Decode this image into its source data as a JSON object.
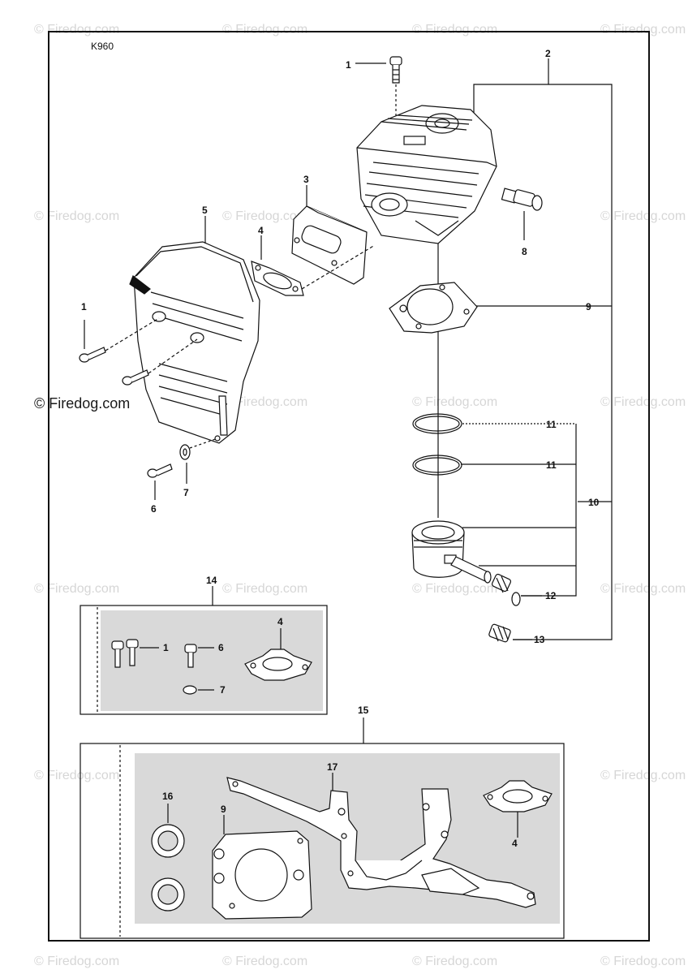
{
  "model": "K960",
  "watermark_text": "© Firedog.com",
  "callouts": [
    {
      "id": "c1a",
      "label": "1"
    },
    {
      "id": "c2",
      "label": "2"
    },
    {
      "id": "c3",
      "label": "3"
    },
    {
      "id": "c4a",
      "label": "4"
    },
    {
      "id": "c5",
      "label": "5"
    },
    {
      "id": "c1b",
      "label": "1"
    },
    {
      "id": "c8",
      "label": "8"
    },
    {
      "id": "c9a",
      "label": "9"
    },
    {
      "id": "c11a",
      "label": "11"
    },
    {
      "id": "c11b",
      "label": "11"
    },
    {
      "id": "c10",
      "label": "10"
    },
    {
      "id": "c6a",
      "label": "6"
    },
    {
      "id": "c7a",
      "label": "7"
    },
    {
      "id": "c12",
      "label": "12"
    },
    {
      "id": "c13",
      "label": "13"
    },
    {
      "id": "c14",
      "label": "14"
    },
    {
      "id": "c1c",
      "label": "1"
    },
    {
      "id": "c6b",
      "label": "6"
    },
    {
      "id": "c4b",
      "label": "4"
    },
    {
      "id": "c7b",
      "label": "7"
    },
    {
      "id": "c15",
      "label": "15"
    },
    {
      "id": "c17",
      "label": "17"
    },
    {
      "id": "c16",
      "label": "16"
    },
    {
      "id": "c9b",
      "label": "9"
    },
    {
      "id": "c4c",
      "label": "4"
    }
  ],
  "colors": {
    "line": "#111111",
    "kit_panel": "#d9d9d9",
    "part_fill": "#ffffff",
    "watermark": "#d6d6d6"
  }
}
